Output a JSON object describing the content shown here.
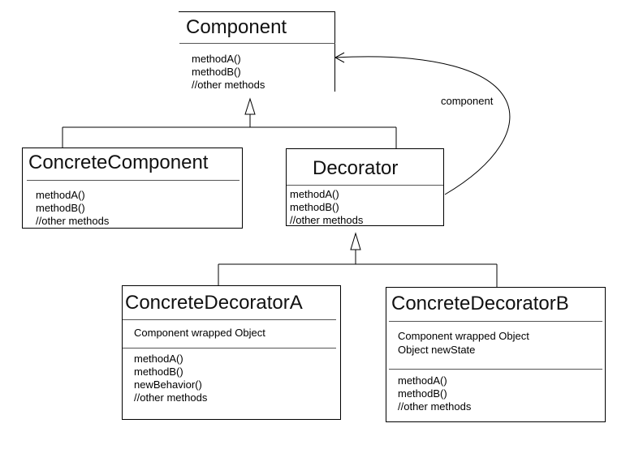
{
  "diagram": {
    "component": {
      "title": "Component",
      "methods": [
        "methodA()",
        "methodB()",
        "//other methods"
      ]
    },
    "concrete_component": {
      "title": "ConcreteComponent",
      "methods": [
        "methodA()",
        "methodB()",
        "//other methods"
      ]
    },
    "decorator": {
      "title": "Decorator",
      "methods": [
        "methodA()",
        "methodB()",
        "//other methods"
      ]
    },
    "concrete_decorator_a": {
      "title": "ConcreteDecoratorA",
      "fields": [
        "Component wrapped Object"
      ],
      "methods": [
        "methodA()",
        "methodB()",
        "newBehavior()",
        "//other methods"
      ]
    },
    "concrete_decorator_b": {
      "title": "ConcreteDecoratorB",
      "fields": [
        "Component wrapped Object",
        "Object newState"
      ],
      "methods": [
        "methodA()",
        "methodB()",
        "//other methods"
      ]
    },
    "association_label": "component"
  }
}
